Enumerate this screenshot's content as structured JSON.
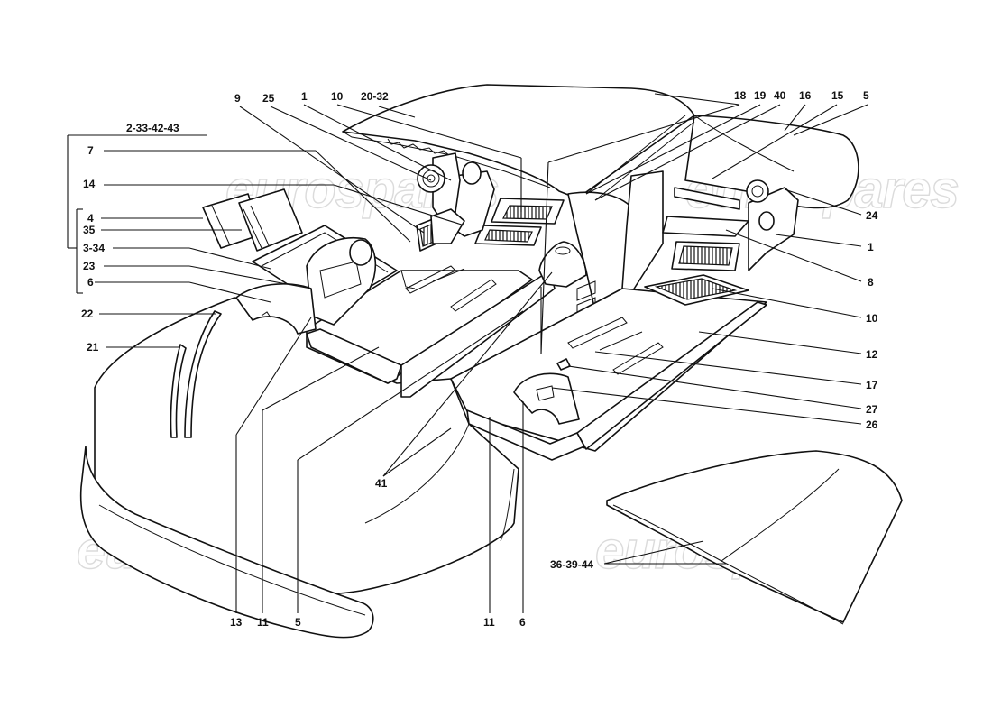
{
  "watermark": {
    "text": "eurospares",
    "color": "#cfcfcf"
  },
  "callouts": {
    "c_9": "9",
    "c_25": "25",
    "c_1_top": "1",
    "c_10_top": "10",
    "c_20_32": "20-32",
    "c_18": "18",
    "c_19": "19",
    "c_40": "40",
    "c_16": "16",
    "c_15": "15",
    "c_5_top": "5",
    "c_2_33_42_43": "2-33-42-43",
    "c_7": "7",
    "c_14": "14",
    "c_4": "4",
    "c_35": "35",
    "c_3_34": "3-34",
    "c_23": "23",
    "c_6_left": "6",
    "c_22": "22",
    "c_21": "21",
    "c_24": "24",
    "c_1_right": "1",
    "c_8": "8",
    "c_10_right": "10",
    "c_12": "12",
    "c_17": "17",
    "c_27": "27",
    "c_26": "26",
    "c_41": "41",
    "c_36_39_44": "36-39-44",
    "c_13": "13",
    "c_11_a": "11",
    "c_5_bottom": "5",
    "c_11_b": "11",
    "c_6_bottom": "6"
  },
  "colors": {
    "line": "#111111",
    "background": "#ffffff"
  }
}
